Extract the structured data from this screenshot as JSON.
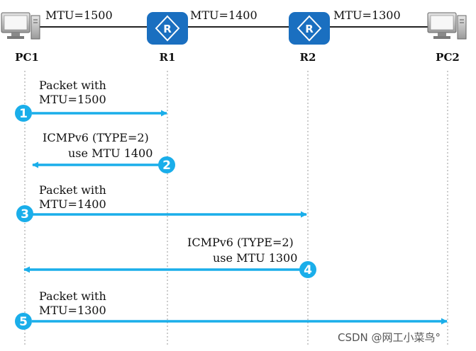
{
  "nodes": [
    {
      "id": "pc1",
      "label": "PC1",
      "kind": "pc"
    },
    {
      "id": "r1",
      "label": "R1",
      "kind": "router"
    },
    {
      "id": "r2",
      "label": "R2",
      "kind": "router"
    },
    {
      "id": "pc2",
      "label": "PC2",
      "kind": "pc"
    }
  ],
  "links": [
    {
      "label": "MTU=1500"
    },
    {
      "label": "MTU=1400"
    },
    {
      "label": "MTU=1300"
    }
  ],
  "steps": [
    {
      "num": "1",
      "line1": "Packet with",
      "line2": "MTU=1500"
    },
    {
      "num": "2",
      "line1": "ICMPv6 (TYPE=2)",
      "line2": "use MTU 1400"
    },
    {
      "num": "3",
      "line1": "Packet with",
      "line2": "MTU=1400"
    },
    {
      "num": "4",
      "line1": "ICMPv6 (TYPE=2)",
      "line2": "use MTU 1300"
    },
    {
      "num": "5",
      "line1": "Packet with",
      "line2": "MTU=1300"
    }
  ],
  "watermark": "CSDN @网工小菜鸟°",
  "colors": {
    "arrow": "#1aaeea",
    "router": "#1a6fc0",
    "link": "#222222",
    "lifeline": "#aaaaaa"
  },
  "icons": {
    "pc": "desktop-computer-icon",
    "router": "router-icon"
  }
}
